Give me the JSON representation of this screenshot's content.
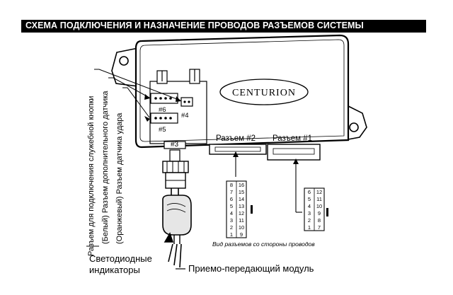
{
  "header": {
    "title": "СХЕМА ПОДКЛЮЧЕНИЯ И НАЗНАЧЕНИЕ ПРОВОДОВ РАЗЪЕМОВ СИСТЕМЫ"
  },
  "unit": {
    "brand": "CENTURION"
  },
  "connectors": {
    "c6": "#6",
    "c5": "#5",
    "c4": "#4",
    "c3": "#3",
    "c2": "Разъем #2",
    "c1": "Разъем #1"
  },
  "side_labels": {
    "service_button": "Разъем для подключения служебной кнопки",
    "extra_sensor": "(Белый) Разъем дополнительного датчика",
    "shock_sensor": "(Оранжевый) Разъем датчика удара"
  },
  "pin_view_caption": "Вид разъемов со стороны проводов",
  "pinout_2": [
    [
      "8",
      "16"
    ],
    [
      "7",
      "15"
    ],
    [
      "6",
      "14"
    ],
    [
      "5",
      "13"
    ],
    [
      "4",
      "12"
    ],
    [
      "3",
      "11"
    ],
    [
      "2",
      "10"
    ],
    [
      "1",
      "9"
    ]
  ],
  "pinout_1": [
    [
      "6",
      "12"
    ],
    [
      "5",
      "11"
    ],
    [
      "4",
      "10"
    ],
    [
      "3",
      "9"
    ],
    [
      "2",
      "8"
    ],
    [
      "1",
      "7"
    ]
  ],
  "bottom_labels": {
    "led_line1": "Светодиодные",
    "led_line2": "индикаторы",
    "transceiver": "Приемо-передающий модуль"
  }
}
